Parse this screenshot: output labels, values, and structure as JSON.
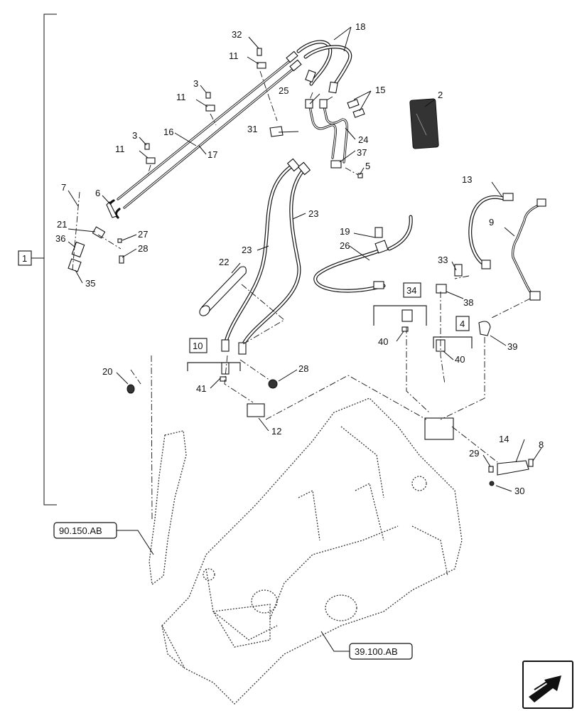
{
  "callouts": {
    "c1": "1",
    "c2": "2",
    "c3a": "3",
    "c3b": "3",
    "c4": "4",
    "c5": "5",
    "c6": "6",
    "c7": "7",
    "c8": "8",
    "c9": "9",
    "c10": "10",
    "c11a": "11",
    "c11b": "11",
    "c11c": "11",
    "c12": "12",
    "c13": "13",
    "c14": "14",
    "c15": "15",
    "c16": "16",
    "c17": "17",
    "c18": "18",
    "c19": "19",
    "c20": "20",
    "c21": "21",
    "c22": "22",
    "c23a": "23",
    "c23b": "23",
    "c24": "24",
    "c25": "25",
    "c26": "26",
    "c27": "27",
    "c28a": "28",
    "c28b": "28",
    "c29": "29",
    "c30": "30",
    "c31": "31",
    "c32": "32",
    "c33": "33",
    "c34": "34",
    "c35": "35",
    "c36": "36",
    "c37": "37",
    "c38": "38",
    "c39": "39",
    "c40a": "40",
    "c40b": "40",
    "c41": "41"
  },
  "references": {
    "ref_boom": "90.150.AB",
    "ref_frame": "39.100.AB"
  },
  "icons": {
    "corner": "navigation-arrow-icon"
  }
}
